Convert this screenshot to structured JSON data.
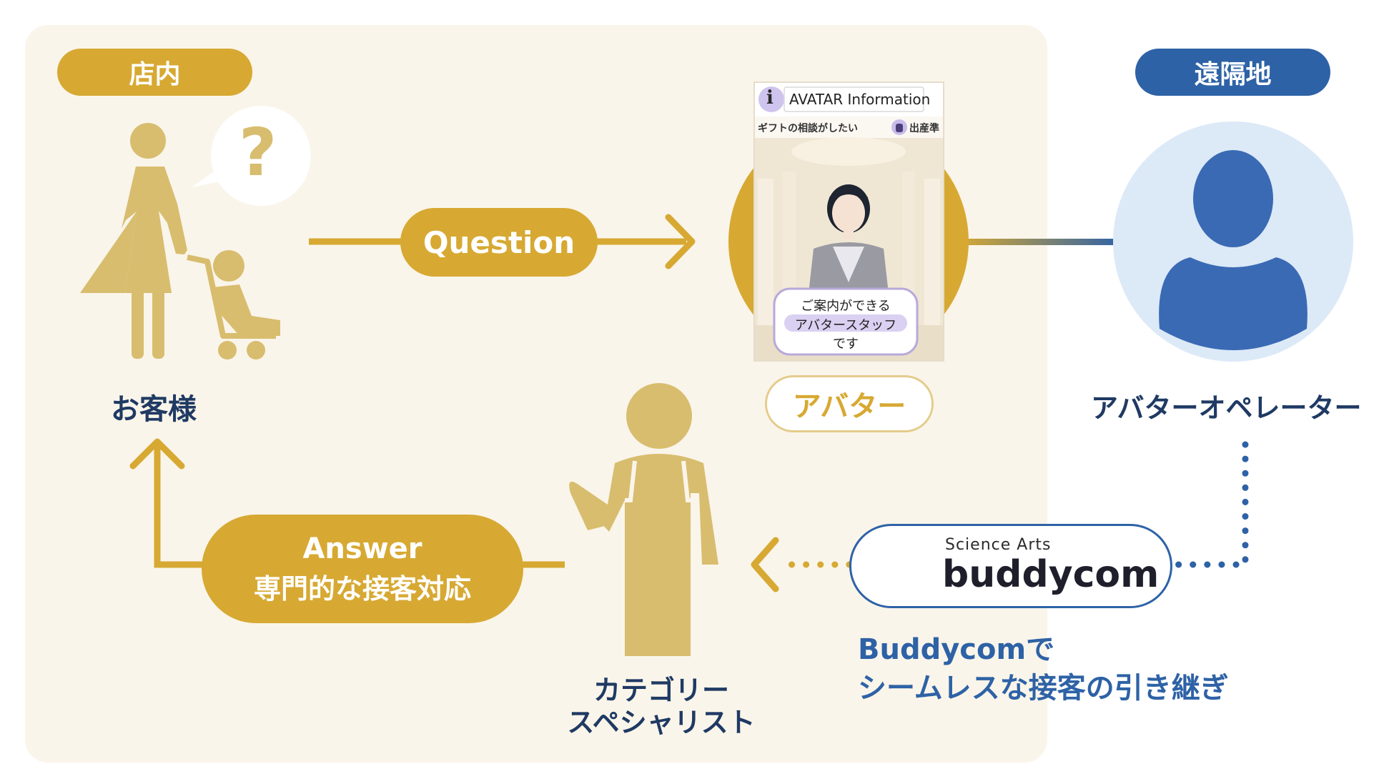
{
  "zones": {
    "store_label": "店内",
    "remote_label": "遠隔地"
  },
  "actors": {
    "customer": "お客様",
    "avatar": "アバター",
    "operator": "アバターオペレーター",
    "specialist_line1": "カテゴリー",
    "specialist_line2": "スペシャリスト"
  },
  "flows": {
    "question": "Question",
    "answer_line1": "Answer",
    "answer_line2": "専門的な接客対応"
  },
  "screen": {
    "info_icon": "i",
    "header": "AVATAR Information",
    "menu_left": "ギフトの相談がしたい",
    "menu_right": "出産準",
    "bubble_line1": "ご案内ができる",
    "bubble_line2": "アバタースタッフ",
    "bubble_line3": "です"
  },
  "buddycom": {
    "brand_small": "Science Arts",
    "brand_large": "buddycom",
    "caption_line1": "Buddycomで",
    "caption_line2": "シームレスな接客の引き継ぎ"
  },
  "colors": {
    "gold": "#D7A933",
    "figure_gold": "#D8BD6F",
    "cream": "#FAF5EA",
    "navy": "#1F3A63",
    "blue": "#2E62A6",
    "light_blue": "#DCE9F7",
    "avatar_blue": "#3A6AB4"
  },
  "icons": {
    "question_mark": "?"
  }
}
